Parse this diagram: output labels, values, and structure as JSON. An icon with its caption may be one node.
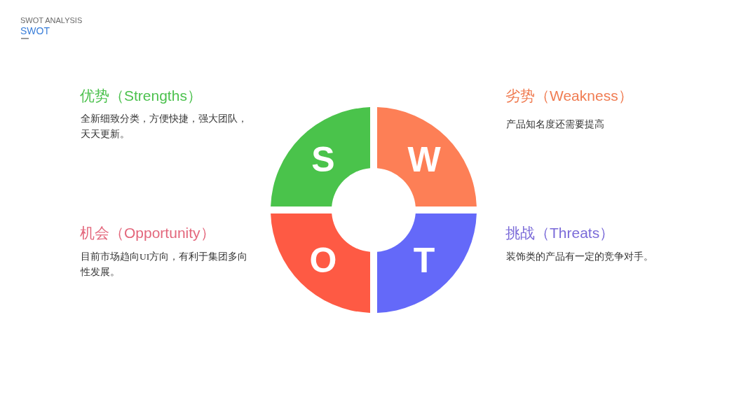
{
  "diagram": {
    "nodes": [
      {
        "text": [
          "S"
        ]
      },
      {
        "text": [
          "W"
        ]
      },
      {
        "text": [
          "O"
        ]
      },
      {
        "text": [
          "T"
        ]
      }
    ],
    "labels": [
      "SWOT ANALYSIS",
      "SWOT",
      "优势（Strengths）",
      "全新细致分类，方便快捷，强大团队，天天更新。",
      "劣势（Weakness）",
      "产品知名度还需要提高",
      "机会（Opportunity）",
      "目前市场趋向UI方向，有利于集团多向性发展。",
      "挑战（Threats）",
      "装饰类的产品有一定的竞争对手。"
    ]
  }
}
